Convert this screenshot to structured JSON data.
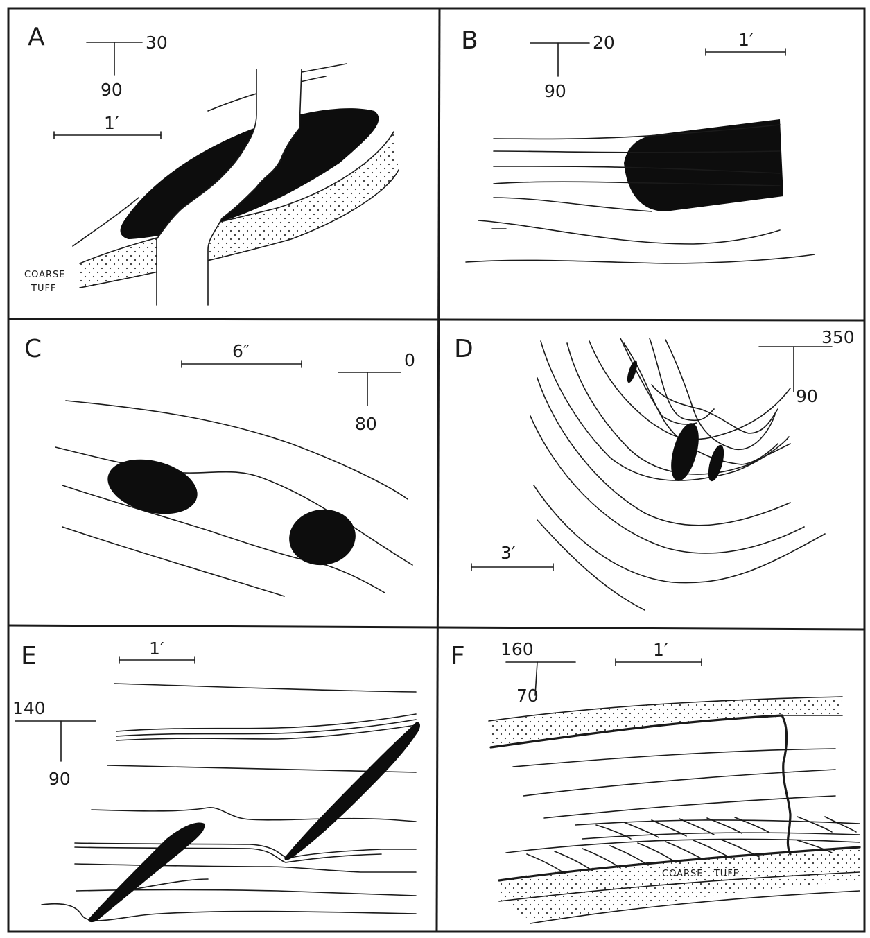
{
  "panels": {
    "A": {
      "label": "A",
      "strike": "30",
      "dip": "90",
      "scale": "1′",
      "note_line1": "COARSE",
      "note_line2": "TUFF"
    },
    "B": {
      "label": "B",
      "strike": "20",
      "dip": "90",
      "scale": "1′"
    },
    "C": {
      "label": "C",
      "strike": "0",
      "dip": "80",
      "scale": "6″"
    },
    "D": {
      "label": "D",
      "strike": "350",
      "dip": "90",
      "scale": "3′"
    },
    "E": {
      "label": "E",
      "strike": "140",
      "dip": "90",
      "scale": "1′"
    },
    "F": {
      "label": "F",
      "strike": "160",
      "dip": "70",
      "scale": "1′",
      "note": "COARSE   TUFF"
    }
  }
}
